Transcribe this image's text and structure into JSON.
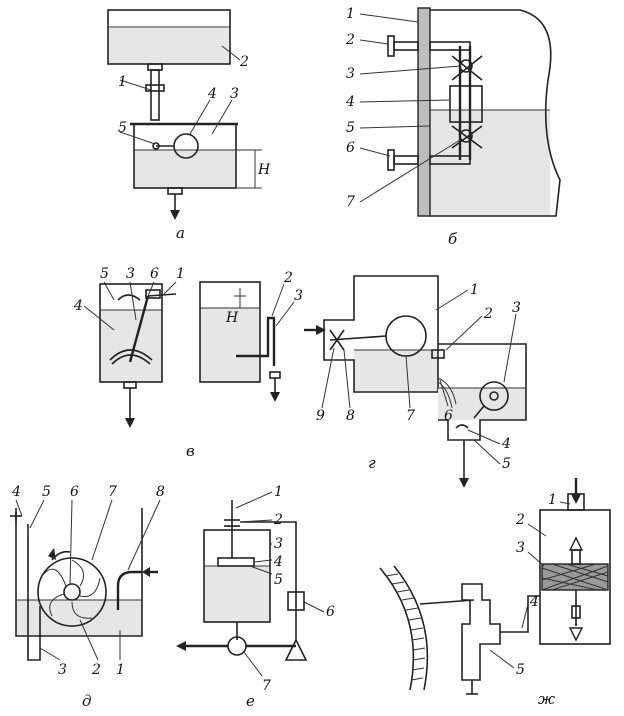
{
  "panels": {
    "a": {
      "caption": "а",
      "labels": [
        "1",
        "2",
        "3",
        "4",
        "5",
        "Н"
      ]
    },
    "b": {
      "caption": "б",
      "labels": [
        "1",
        "2",
        "3",
        "4",
        "5",
        "6",
        "7"
      ]
    },
    "v": {
      "caption": "в",
      "labels": [
        "1",
        "2",
        "3",
        "4",
        "5",
        "6",
        "2",
        "3",
        "Н"
      ]
    },
    "g": {
      "caption": "г",
      "labels": [
        "1",
        "2",
        "3",
        "4",
        "5",
        "6",
        "7",
        "8",
        "9"
      ]
    },
    "d": {
      "caption": "д",
      "labels": [
        "1",
        "2",
        "3",
        "4",
        "5",
        "6",
        "7",
        "8"
      ]
    },
    "e": {
      "caption": "е",
      "labels": [
        "1",
        "2",
        "3",
        "4",
        "5",
        "6",
        "7"
      ]
    },
    "zh": {
      "caption": "ж",
      "labels": [
        "1",
        "2",
        "3",
        "4",
        "5"
      ]
    }
  }
}
